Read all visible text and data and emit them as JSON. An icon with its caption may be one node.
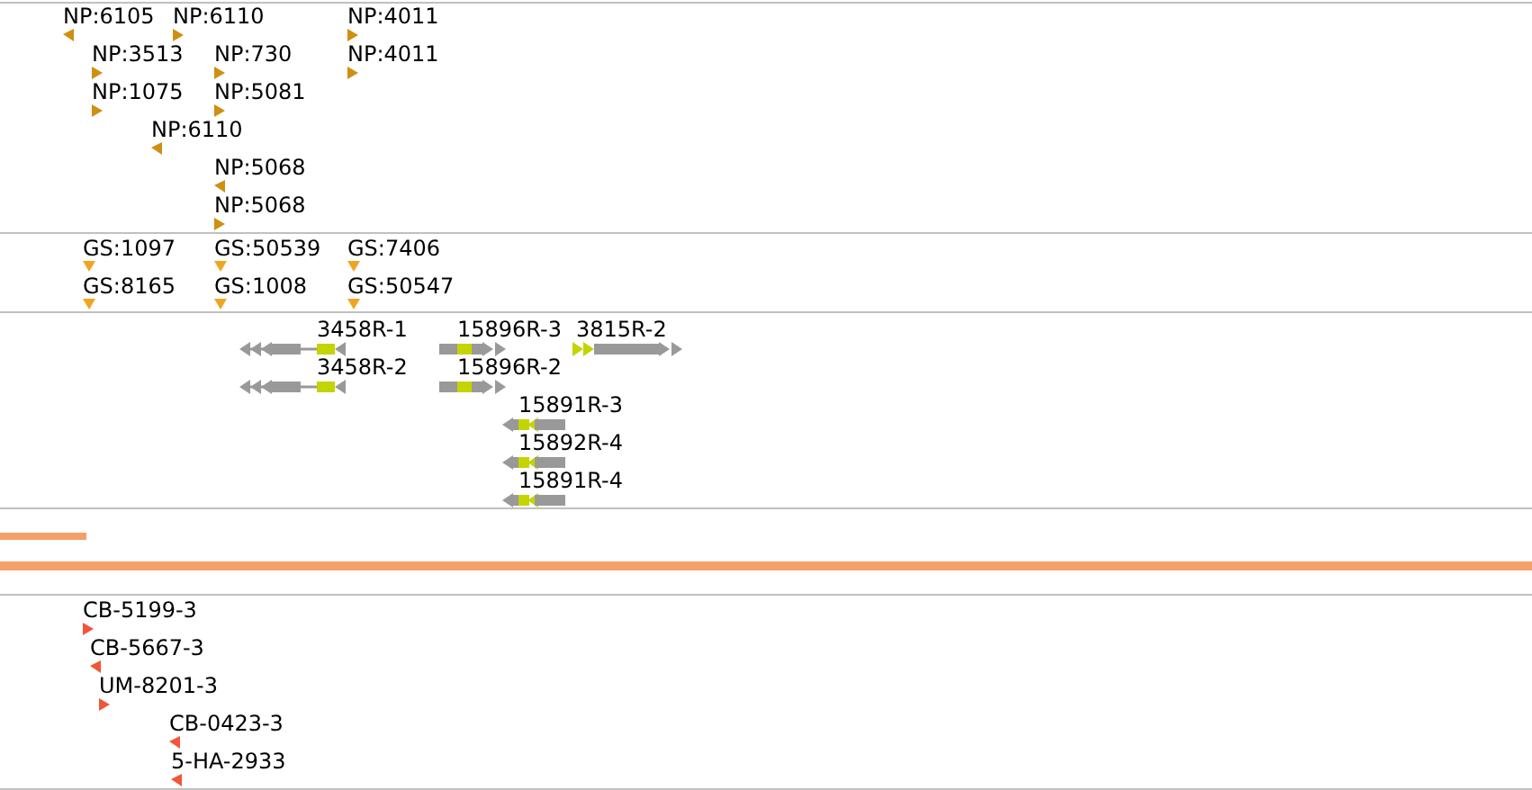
{
  "diagram": {
    "labels": [
      "NP:6105",
      "NP:6110",
      "NP:4011",
      "NP:3513",
      "NP:730",
      "NP:4011",
      "NP:1075",
      "NP:5081",
      "NP:6110",
      "NP:5068",
      "NP:5068",
      "GS:1097",
      "GS:50539",
      "GS:7406",
      "GS:8165",
      "GS:1008",
      "GS:50547",
      "3458R-1",
      "15896R-3",
      "3815R-2",
      "3458R-2",
      "15896R-2",
      "15891R-3",
      "15892R-4",
      "15891R-4",
      "CB-5199-3",
      "CB-5667-3",
      "UM-8201-3",
      "CB-0423-3",
      "5-HA-2933"
    ]
  }
}
